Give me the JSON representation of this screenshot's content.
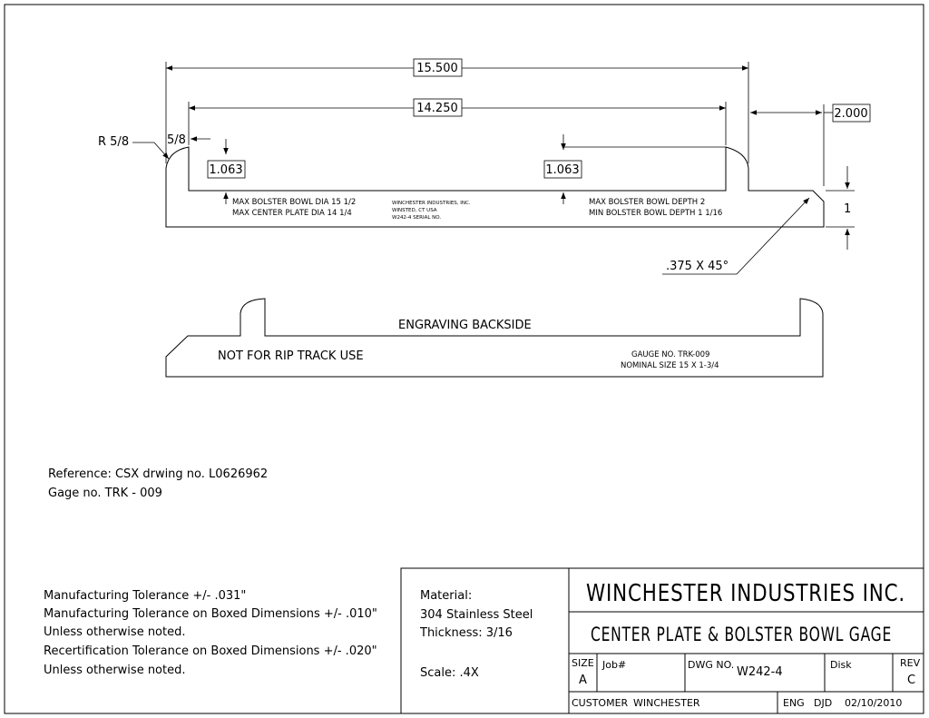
{
  "dimensions": {
    "overall_length": "15.500",
    "inner_length": "14.250",
    "right_width": "2.000",
    "left_depth": "1.063",
    "right_depth": "1.063",
    "radius": "R 5/8",
    "left_offset": "5/8",
    "height": "1",
    "chamfer": ".375 X 45°"
  },
  "part_notes": {
    "bowl_dia": "MAX BOLSTER BOWL DIA 15 1/2",
    "plate_dia": "MAX CENTER PLATE DIA 14 1/4",
    "stamp_line1": "WINCHESTER INDUSTRIES, INC.",
    "stamp_line2": "WINSTED, CT USA",
    "stamp_line3": "W242-4 SERIAL NO.",
    "bowl_depth_max": "MAX BOLSTER BOWL DEPTH 2",
    "bowl_depth_min": "MIN BOLSTER BOWL DEPTH 1 1/16"
  },
  "backside": {
    "engraving": "ENGRAVING BACKSIDE",
    "not_for": "NOT FOR RIP TRACK USE",
    "gauge_no": "GAUGE NO. TRK-009",
    "nominal": "NOMINAL SIZE 15 X 1-3/4"
  },
  "reference": {
    "line1": "Reference: CSX drwing no. L0626962",
    "line2": "Gage no. TRK - 009"
  },
  "tolerances": [
    "Manufacturing Tolerance +/- .031\"",
    "Manufacturing Tolerance on Boxed Dimensions +/- .010\"",
    "Unless otherwise noted.",
    "Recertification Tolerance on Boxed Dimensions +/- .020\"",
    "Unless otherwise noted."
  ],
  "material": {
    "label": "Material:",
    "value": "304 Stainless Steel",
    "thickness": "Thickness: 3/16",
    "scale": "Scale: .4X"
  },
  "title_block": {
    "company": "WINCHESTER INDUSTRIES INC.",
    "title": "CENTER PLATE & BOLSTER BOWL GAGE",
    "size_label": "SIZE",
    "size_value": "A",
    "job_label": "Job#",
    "dwg_label": "DWG NO.",
    "dwg_value": "W242-4",
    "disk_label": "Disk",
    "rev_label": "REV",
    "rev_value": "C",
    "customer_label": "CUSTOMER",
    "customer_value": "WINCHESTER",
    "eng_label": "ENG",
    "eng_value": "DJD",
    "date": "02/10/2010"
  }
}
